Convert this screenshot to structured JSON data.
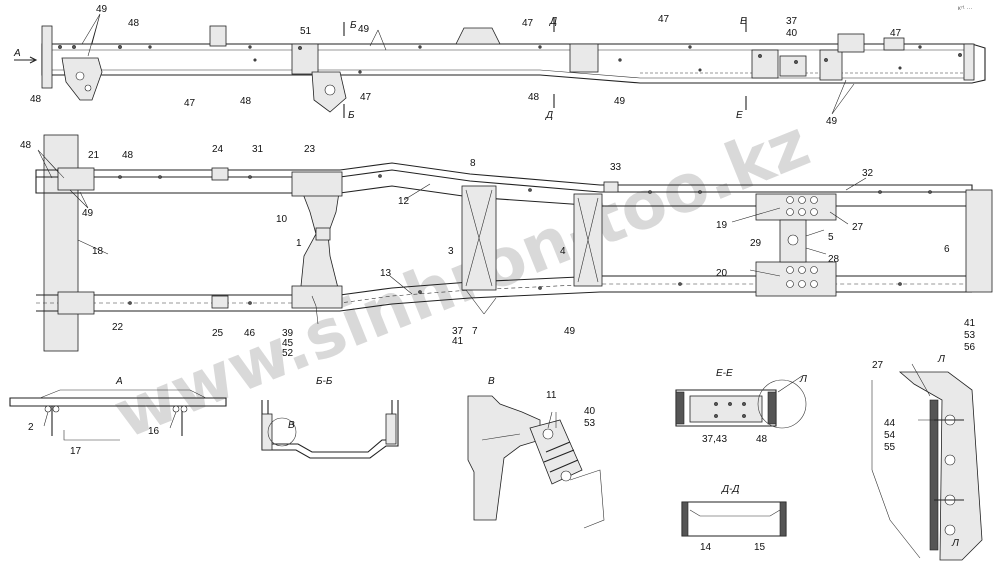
{
  "watermark": "www.sinhron-too.kz",
  "corner_mark": "к⁷¹ ···",
  "section_letters": {
    "A": "А",
    "B": "Б",
    "D": "Д",
    "E": "Е",
    "V": "В",
    "L": "Л",
    "BB": "Б-Б",
    "EE": "Е-Е",
    "DD": "Д-Д"
  },
  "labels": {
    "n1": "1",
    "n2": "2",
    "n3": "3",
    "n4": "4",
    "n5": "5",
    "n6": "6",
    "n7": "7",
    "n8": "8",
    "n10": "10",
    "n11": "11",
    "n12": "12",
    "n13": "13",
    "n14": "14",
    "n15": "15",
    "n16": "16",
    "n17": "17",
    "n18": "18",
    "n19": "19",
    "n20": "20",
    "n21": "21",
    "n22": "22",
    "n23": "23",
    "n24": "24",
    "n25": "25",
    "n27": "27",
    "n28": "28",
    "n29": "29",
    "n31": "31",
    "n32": "32",
    "n33": "33",
    "n37": "37",
    "n37b": "37",
    "n37_43": "37,43",
    "n39": "39",
    "n40": "40",
    "n40b": "40",
    "n41": "41",
    "n41b": "41",
    "n44": "44",
    "n45": "45",
    "n46": "46",
    "n47": "47",
    "n48": "48",
    "n49": "49",
    "n51": "51",
    "n52": "52",
    "n53": "53",
    "n53b": "53",
    "n54": "54",
    "n55": "55",
    "n56": "56"
  }
}
